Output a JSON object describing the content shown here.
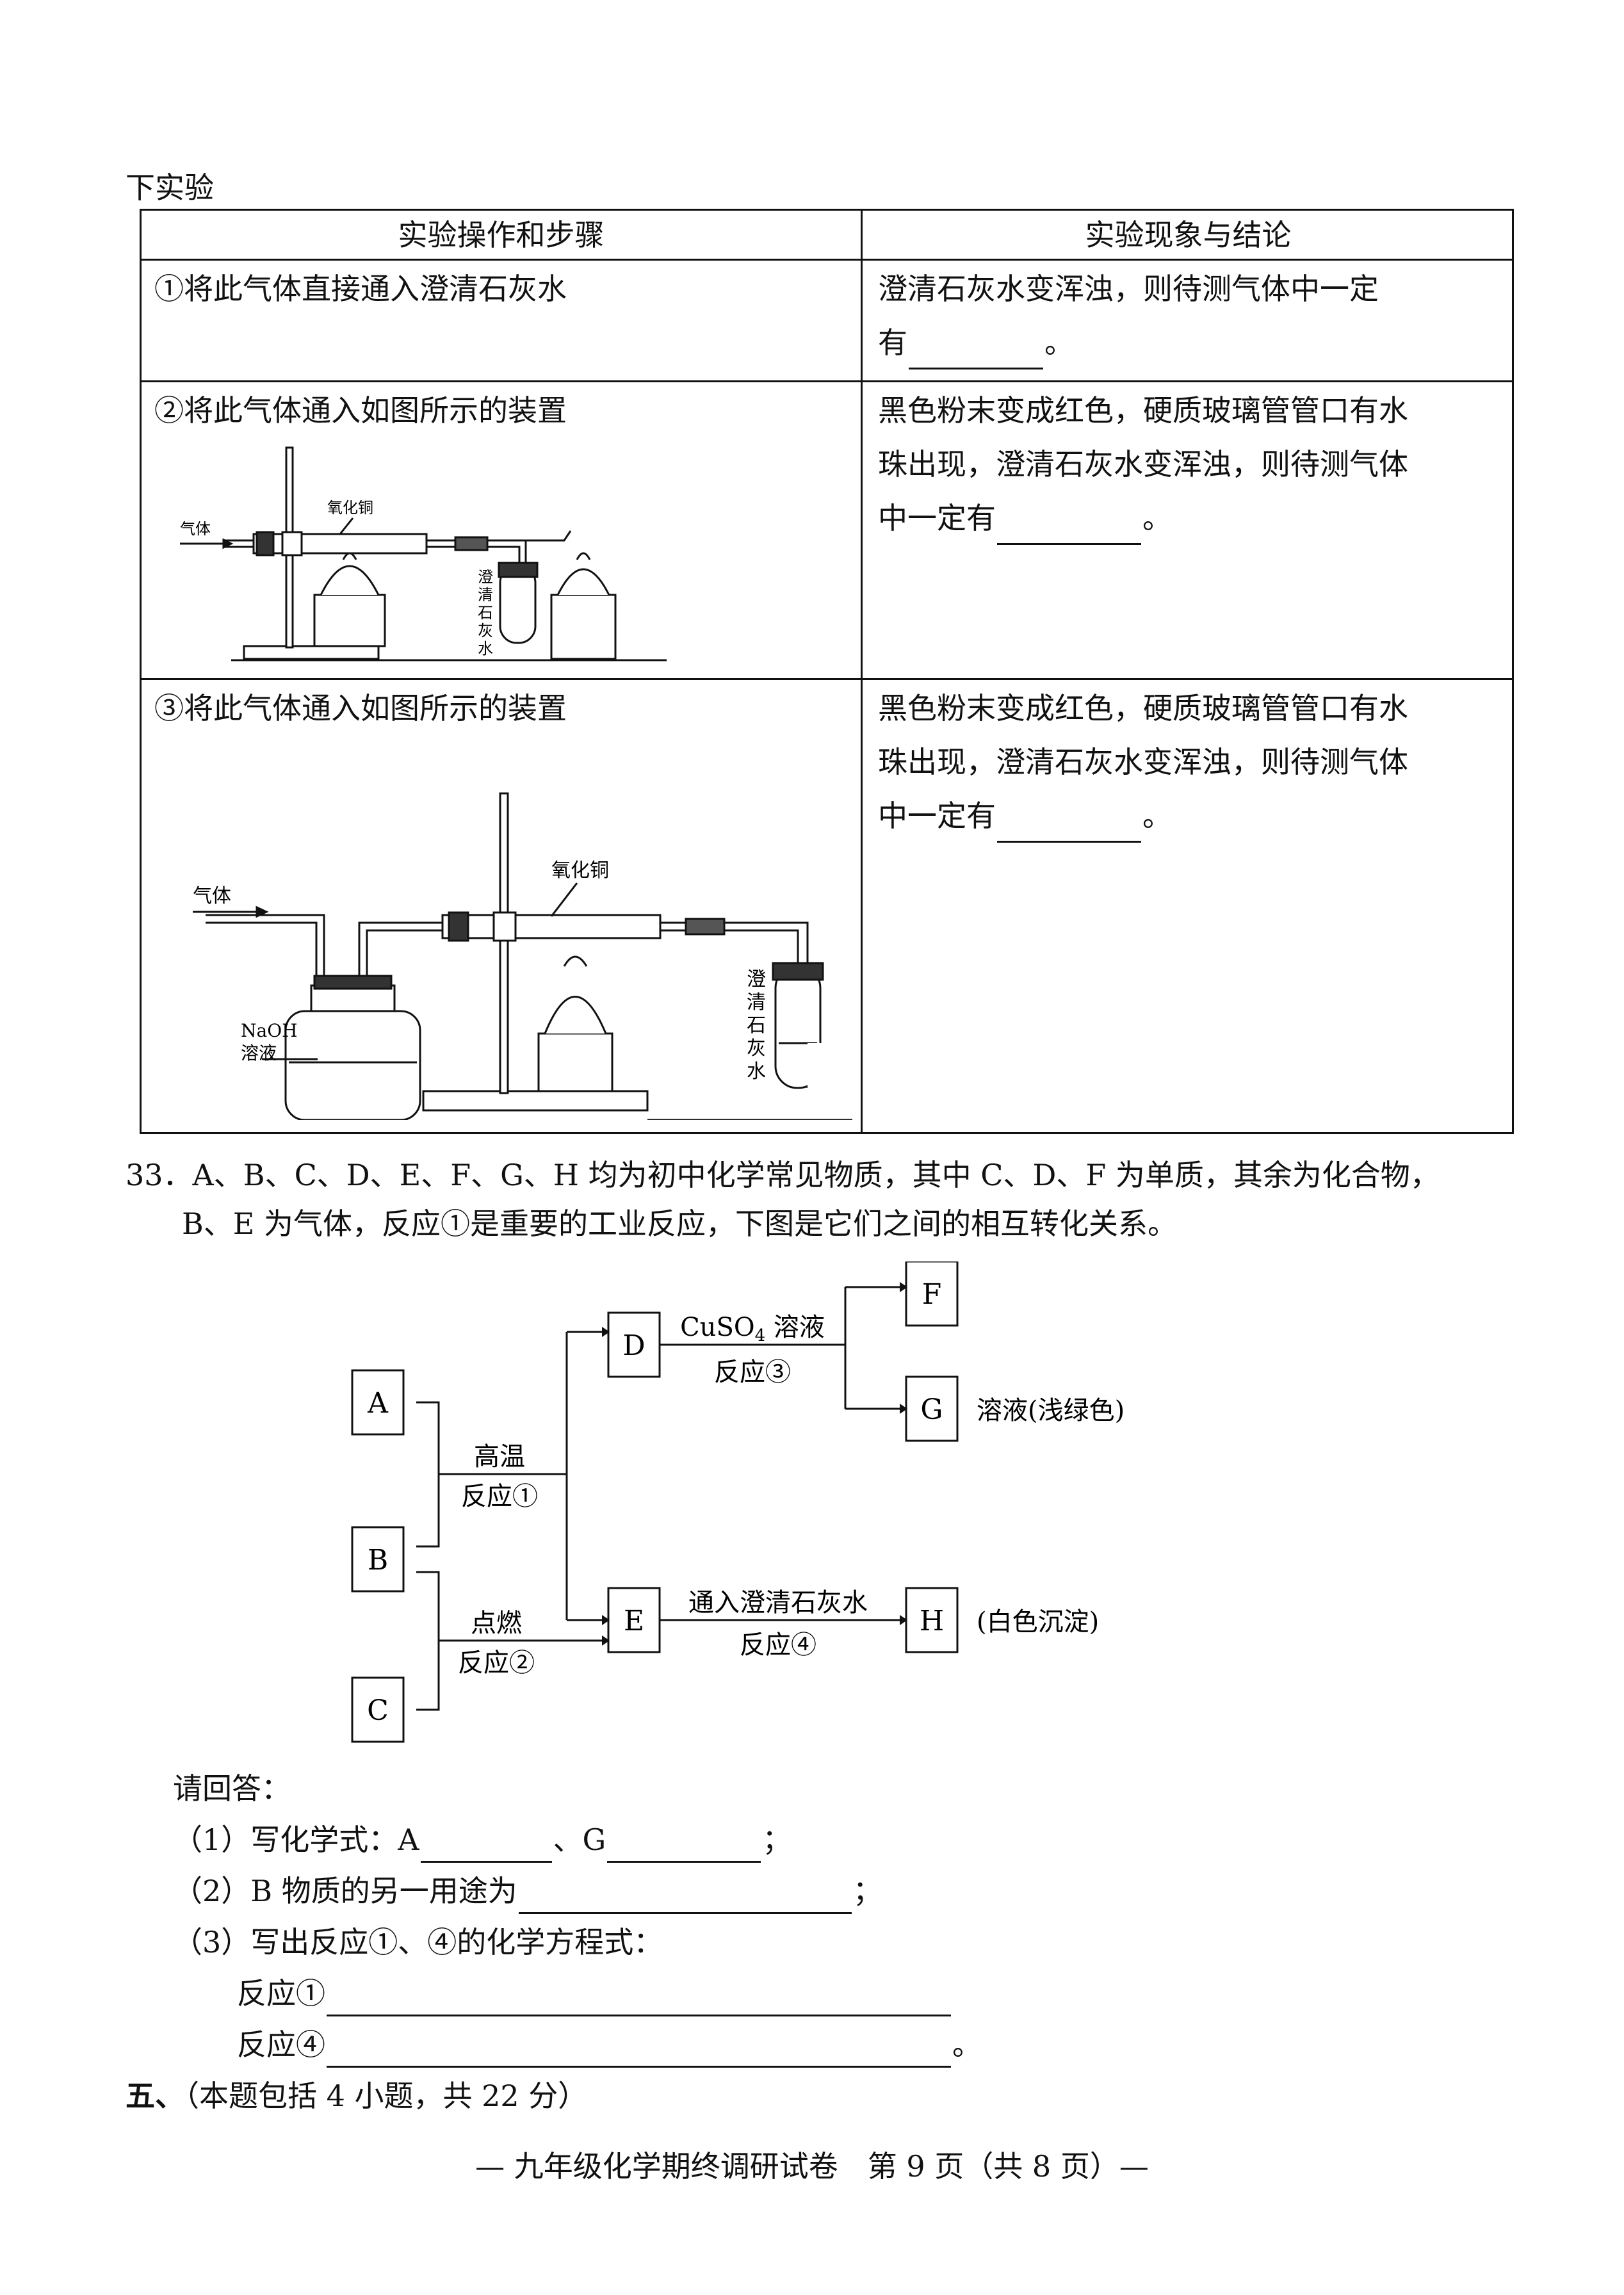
{
  "intro": "下实验",
  "table": {
    "header_left": "实验操作和步骤",
    "header_right": "实验现象与结论",
    "rows": [
      {
        "left": "①将此气体直接通入澄清石灰水",
        "right_lines": [
          "澄清石灰水变浑浊，则待测气体中一定",
          "有"
        ],
        "right_end": "。"
      },
      {
        "left": "②将此气体通入如图所示的装置",
        "right_lines": [
          "黑色粉末变成红色，硬质玻璃管管口有水",
          "珠出现，澄清石灰水变浑浊，则待测气体",
          "中一定有"
        ],
        "right_end": "。"
      },
      {
        "left": "③将此气体通入如图所示的装置",
        "right_lines": [
          "黑色粉末变成红色，硬质玻璃管管口有水",
          "珠出现，澄清石灰水变浑浊，则待测气体",
          "中一定有"
        ],
        "right_end": "。"
      }
    ],
    "apparatus1": {
      "gas_label": "气体",
      "cuo_label": "氧化铜",
      "limewater_label": [
        "澄",
        "清",
        "石",
        "灰",
        "水"
      ]
    },
    "apparatus2": {
      "gas_label": "气体",
      "cuo_label": "氧化铜",
      "naoh_label": [
        "NaOH",
        "溶液"
      ],
      "limewater_label": [
        "澄",
        "清",
        "石",
        "灰",
        "水"
      ]
    }
  },
  "question33": {
    "number": "33．",
    "line1": "A、B、C、D、E、F、G、H 均为初中化学常见物质，其中 C、D、F 为单质，其余为化合物，",
    "line2": "B、E 为气体，反应①是重要的工业反应，下图是它们之间的相互转化关系。",
    "diagram": {
      "boxes": {
        "A": "A",
        "B": "B",
        "C": "C",
        "D": "D",
        "E": "E",
        "F": "F",
        "G": "G",
        "H": "H"
      },
      "r1_top": "高温",
      "r1_bottom": "反应①",
      "r2_top": "点燃",
      "r2_bottom": "反应②",
      "r3_top_main": "CuSO",
      "r3_top_sub": "4",
      "r3_top_tail": " 溶液",
      "r3_bottom": "反应③",
      "r4_top": "通入澄清石灰水",
      "r4_bottom": "反应④",
      "g_note": "溶液(浅绿色)",
      "h_note": "(白色沉淀)"
    },
    "prompt": "请回答：",
    "q1_a": "（1）写化学式：A",
    "q1_sep": "、G",
    "q1_end": "；",
    "q2": "（2）B 物质的另一用途为",
    "q2_end": "；",
    "q3": "（3）写出反应①、④的化学方程式：",
    "eq1": "反应①",
    "eq4": "反应④",
    "eq4_end": "。"
  },
  "section5": {
    "label": "五、",
    "text": "（本题包括 4 小题，共 22 分）"
  },
  "footer": "— 九年级化学期终调研试卷　第 9 页（共 8 页）—"
}
